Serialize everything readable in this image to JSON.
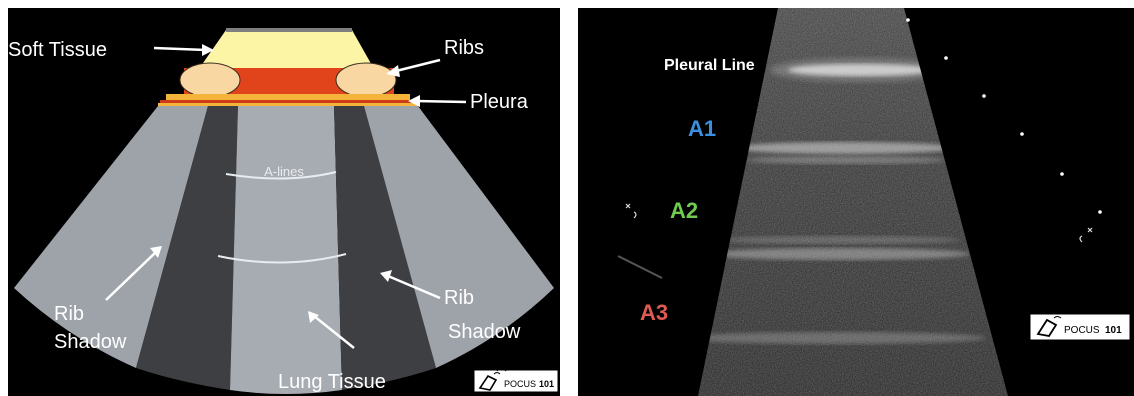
{
  "left_panel": {
    "labels": {
      "soft_tissue": "Soft Tissue",
      "ribs": "Ribs",
      "pleura": "Pleura",
      "a_lines": "A-lines",
      "rib_shadow_left_1": "Rib",
      "rib_shadow_left_2": "Shadow",
      "rib_shadow_right_1": "Rib",
      "rib_shadow_right_2": "Shadow",
      "lung_tissue": "Lung Tissue"
    },
    "logo": {
      "text": "POCUS",
      "number": "101"
    },
    "colors": {
      "soft_tissue": "#fdf5a6",
      "rib": "#f8d7a3",
      "intercostal": "#e1431a",
      "pleura_band": "#f4b33a",
      "pleura_line": "#ce3b17",
      "fan_light": "#9ea3aa",
      "fan_dark": "#3e3f42",
      "fan_middle": "#a7acb3"
    }
  },
  "right_panel": {
    "labels": {
      "pleural_line": "Pleural Line",
      "a1": "A1",
      "a2": "A2",
      "a3": "A3"
    },
    "colors": {
      "a1": "#3a8fe0",
      "a2": "#6fcc4e",
      "a3": "#de5b55"
    },
    "logo": {
      "text": "POCUS",
      "number": "101"
    }
  }
}
